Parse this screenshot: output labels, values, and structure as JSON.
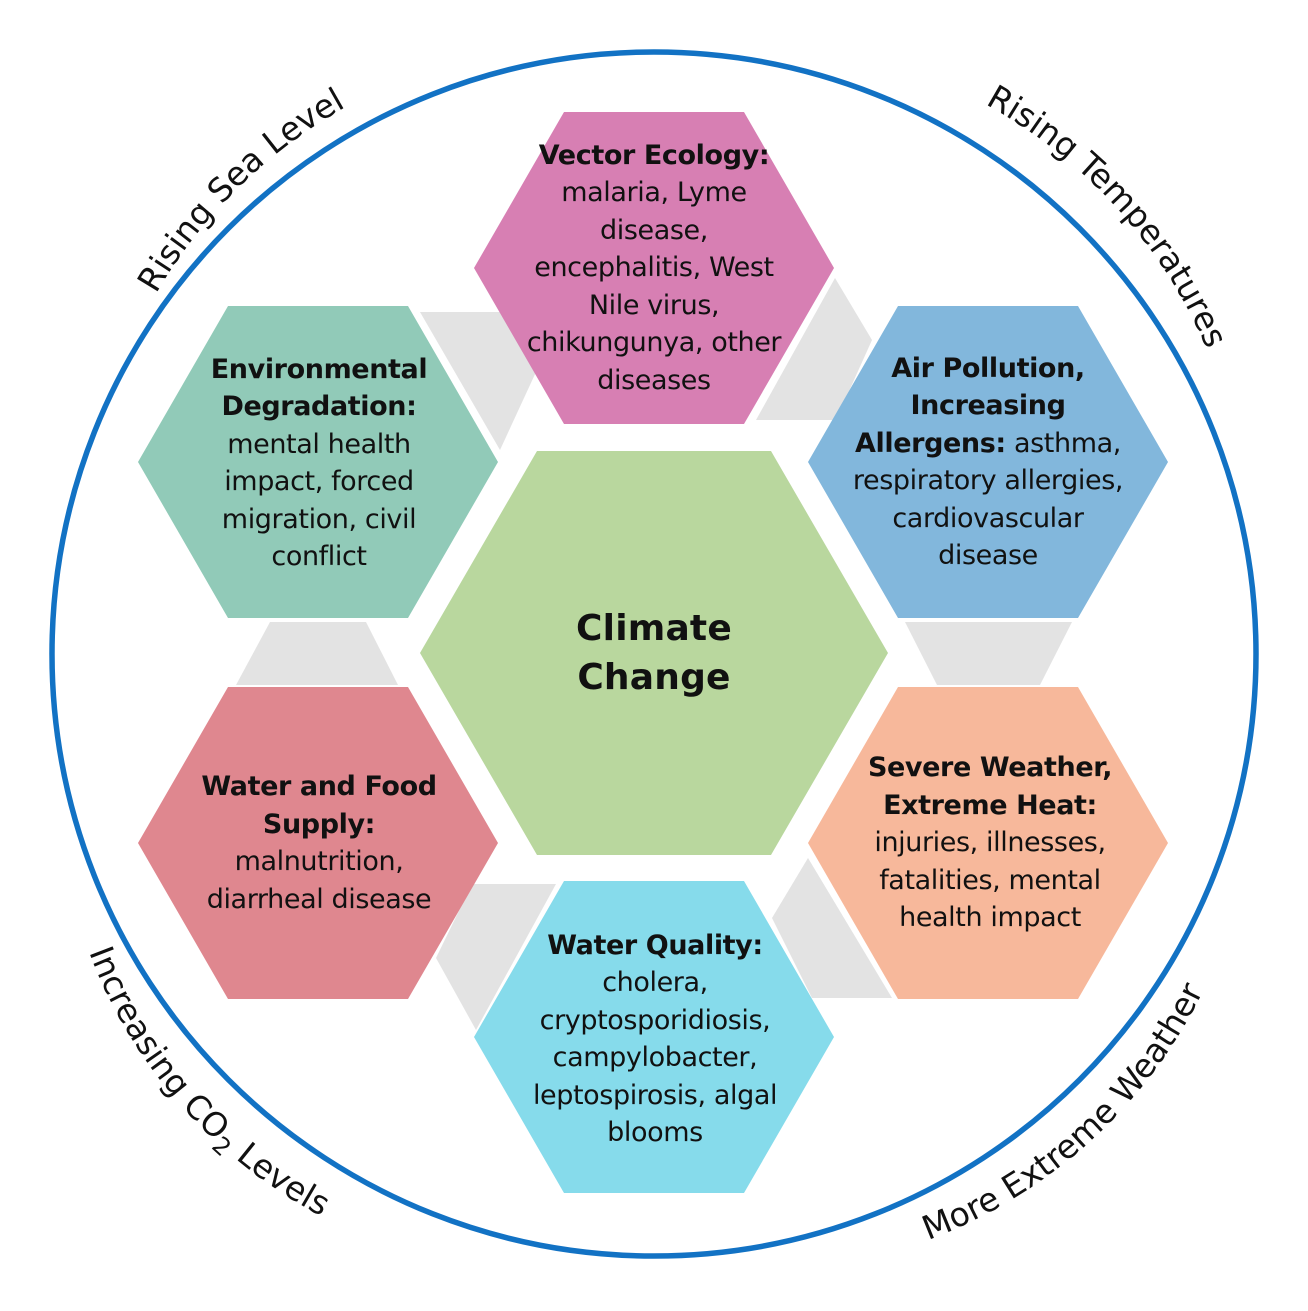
{
  "center": {
    "line1": "Climate",
    "line2": "Change",
    "color": "#b9d79e"
  },
  "hexagons": [
    {
      "id": "vector",
      "title": "Vector Ecology:",
      "body": "malaria, Lyme disease, encephalitis, West Nile virus, chikungunya, other diseases",
      "color": "#d77fb3"
    },
    {
      "id": "air",
      "title": "Air Pollution, Increasing Allergens:",
      "body": "asthma, respiratory allergies, cardiovascular disease",
      "color": "#82b7dc"
    },
    {
      "id": "weather",
      "title": "Severe Weather, Extreme Heat:",
      "body": "injuries, illnesses, fatalities, mental health impact",
      "color": "#f7b89b"
    },
    {
      "id": "water-quality",
      "title": "Water Quality:",
      "body": "cholera, cryptosporidiosis, campylobacter, leptospirosis, algal blooms",
      "color": "#86dbeb"
    },
    {
      "id": "water-food",
      "title": "Water and Food Supply:",
      "body": "malnutrition, diarrheal disease",
      "color": "#df878f"
    },
    {
      "id": "environment",
      "title": "Environmental Degradation:",
      "body": "mental health impact, forced migration, civil conflict",
      "color": "#91cab8"
    }
  ],
  "ring_labels": {
    "top_left": "Rising Sea Levels",
    "top_right": "Rising Temperatures",
    "bottom_right": "More Extreme Weather",
    "bottom_left_prefix": "Increasing CO",
    "bottom_left_subscript": "2",
    "bottom_left_suffix": " Levels"
  },
  "colors": {
    "ring": "#1272c4",
    "connector": "#e3e3e3"
  }
}
